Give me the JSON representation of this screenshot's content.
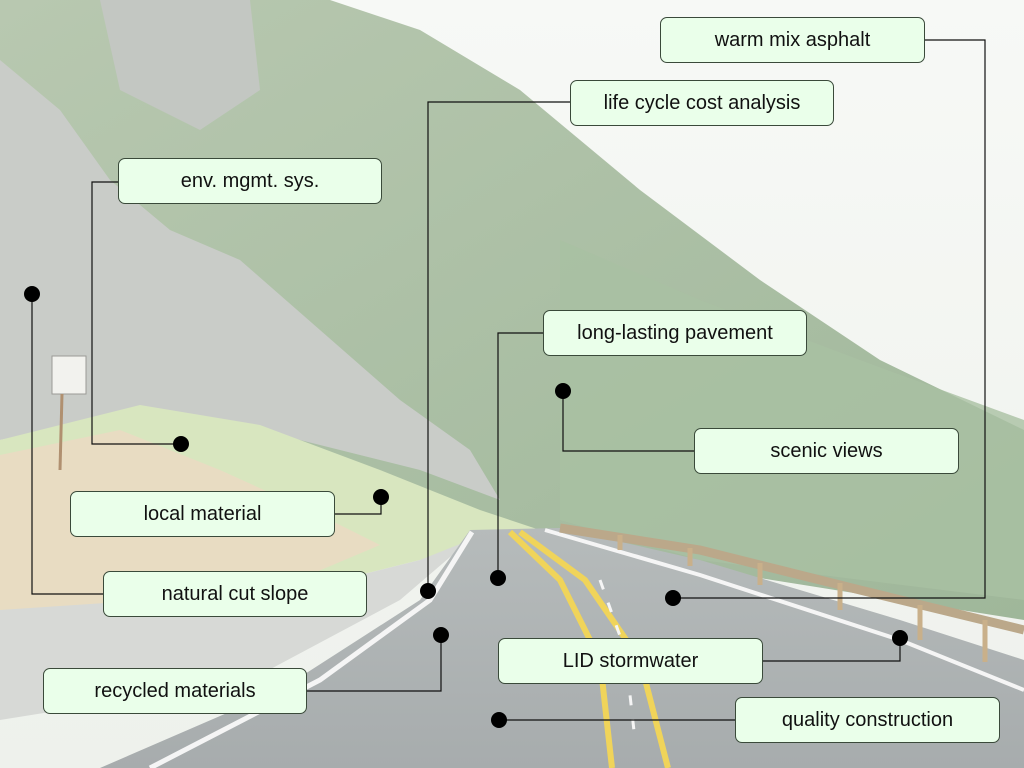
{
  "labels": {
    "warm_mix_asphalt": "warm mix asphalt",
    "life_cycle_cost_analysis": "life cycle cost analysis",
    "env_mgmt_sys": "env. mgmt. sys.",
    "long_lasting_pavement": "long-lasting pavement",
    "scenic_views": "scenic views",
    "local_material": "local material",
    "natural_cut_slope": "natural cut slope",
    "lid_stormwater": "LID stormwater",
    "recycled_materials": "recycled materials",
    "quality_construction": "quality construction"
  },
  "colors": {
    "label_fill": "#eaffea",
    "label_border": "#3a4a3a",
    "leader_line": "#111111",
    "marker_dot": "#000000"
  }
}
